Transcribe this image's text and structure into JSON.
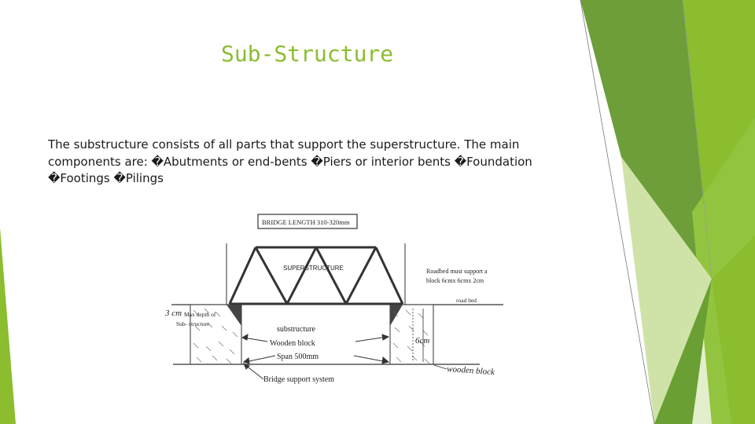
{
  "slide": {
    "title": "Sub-Structure",
    "body": "The substructure consists of all parts that support the superstructure. The main components are: �Abutments or end-bents �Piers or interior bents �Foundation �Footings �Pilings"
  },
  "figure": {
    "bridge_length_label": "BRIDGE LENGTH 310-320mm",
    "superstructure_label": "SUPERSTRUCTURE",
    "roadbed_note_line1": "Roadbed must support a",
    "roadbed_note_line2": "block 6cmx 6cmx 2cm",
    "road_bed_label": "road bed",
    "max_depth_value": "3 cm",
    "max_depth_line1": "Max depth of",
    "max_depth_line2": "Sub- structure",
    "substructure_label": "substructure",
    "wooden_block_label": "Wooden block",
    "span_label": "Span 500mm",
    "six_cm_label": "6cm",
    "wooden_block_handwritten": "wooden block",
    "support_system_label": "Bridge support system"
  },
  "colors": {
    "accent_green": "#8bbd2f",
    "dark_green": "#5a8f23",
    "light_green": "#d6e8b4"
  }
}
